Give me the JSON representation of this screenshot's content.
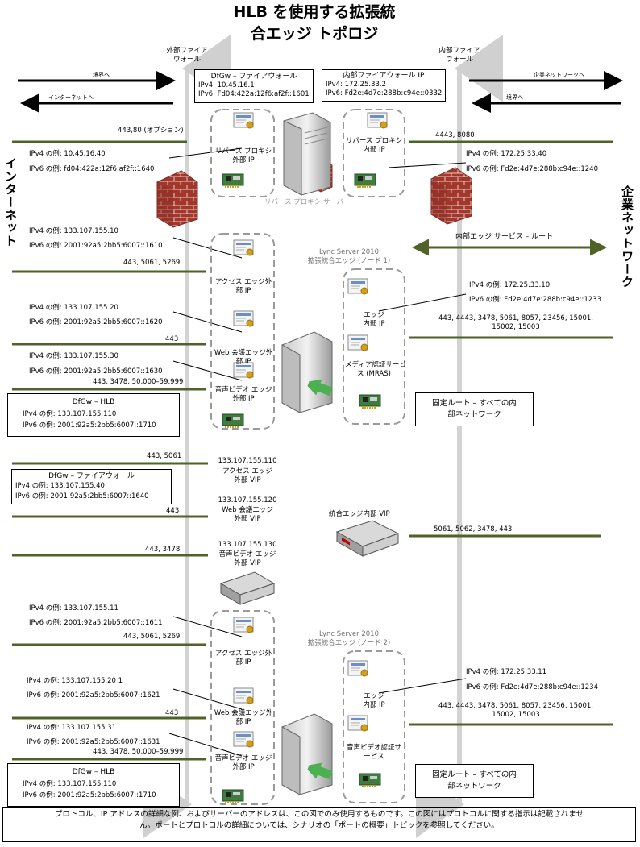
{
  "title": {
    "line1": "HLB を使用する拡張統",
    "line2": "合エッジ トポロジ"
  },
  "headers": {
    "external_firewall": [
      "外部ファイア",
      "ウォール"
    ],
    "internal_firewall": [
      "内部ファイア",
      "ウォール"
    ]
  },
  "side_labels": {
    "internet": "インターネット",
    "corporate_network": "企業ネットワーク"
  },
  "arrows": {
    "perimeter_left": "境界へ",
    "to_internet": "インターネットへ",
    "to_corp": "企業ネットワークへ",
    "perimeter_right": "境界へ"
  },
  "dfgw_firewall_top": {
    "title": "DfGw – ファイアウォール",
    "ipv4": "IPv4: 10.45.16.1",
    "ipv6": "IPv6: Fd04:422a:12f6:af2f::1601"
  },
  "internal_firewall_box": {
    "title": "内部ファイアウォール IP",
    "ipv4": "IPv4: 172.25.33.2",
    "ipv6": "IPv6: Fd2e:4d7e:288b:c94e::0332"
  },
  "reverse_proxy": {
    "ports_ext": "443,80 (オプション)",
    "ports_int": "4443, 8080",
    "ext_ipv4": "IPv4 の例: 10.45.16.40",
    "ext_ipv6": "IPv6 の例: fd04:422a:12f6:af2f::1640",
    "ext_label": [
      "リバース プロキシ",
      "外部 IP"
    ],
    "int_label": [
      "リバース プロキシ",
      "内部 IP"
    ],
    "int_ipv4": "IPv4 の例: 172.25.33.40",
    "int_ipv6": "IPv6 の例: Fd2e:4d7e:288b:c94e::1240",
    "server_label": "リバース プロキシ サーバー"
  },
  "internal_edge_route": "内部エッジ サービス – ルート",
  "node1": {
    "header": [
      "Lync Server 2010",
      "拡張統合エッジ (ノード 1)"
    ],
    "access_ipv4": "IPv4 の例: 133.107.155.10",
    "access_ipv6": "IPv6 の例: 2001:92a5:2bb5:6007::1610",
    "access_ports": "443, 5061, 5269",
    "access_label": [
      "アクセス エッジ外",
      "部 IP"
    ],
    "web_ipv4": "IPv4 の例: 133.107.155.20",
    "web_ipv6": "IPv6 の例: 2001:92a5:2bb5:6007::1620",
    "web_ports": "443",
    "web_label": [
      "Web 会議エッジ外",
      "部 IP"
    ],
    "av_ipv4": "IPv4 の例: 133.107.155.30",
    "av_ipv6": "IPv6 の例: 2001:92a5:2bb5:6007::1630",
    "av_ports": "443, 3478, 50,000–59,999",
    "av_label": [
      "音声ビデオ エッジ",
      "外部 IP"
    ],
    "int_ipv4": "IPv4 の例: 172.25.33.10",
    "int_ipv6": "IPv6 の例: Fd2e:4d7e:288b:c94e::1233",
    "int_ports": [
      "443, 4443, 3478, 5061, 8057, 23456, 15001,",
      "15002, 15003"
    ],
    "edge_int_label": [
      "エッジ",
      "内部 IP"
    ],
    "mras_label": [
      "メディア認証サービ",
      "ス (MRAS)"
    ]
  },
  "dfgw_hlb_1": {
    "title": "DfGw – HLB",
    "ipv4": "IPv4 の例: 133.107.155.110",
    "ipv6": "IPv6 の例: 2001:92a5:2bb5:6007::1710"
  },
  "static_route_1": [
    "固定ルート – すべての内",
    "部ネットワーク"
  ],
  "vip": {
    "ports1": "443, 5061",
    "ip1": "133.107.155.110",
    "label1": [
      "アクセス エッジ",
      "外部 VIP"
    ],
    "ports2": "443",
    "ip2": "133.107.155.120",
    "label2": [
      "Web 会議エッジ",
      "外部 VIP"
    ],
    "ports3": "443, 3478",
    "ip3": "133.107.155.130",
    "label3": [
      "音声ビデオ エッジ",
      "外部 VIP"
    ],
    "int_label": "統合エッジ内部 VIP",
    "int_ports": "5061, 5062, 3478, 443"
  },
  "dfgw_firewall_mid": {
    "title": "DfGw – ファイアウォール",
    "ipv4": "IPv4 の例: 133.107.155.40",
    "ipv6": "IPv6 の例: 2001:92a5:2bb5:6007::1640"
  },
  "node2": {
    "header": [
      "Lync Server 2010",
      "拡張統合エッジ (ノード 2)"
    ],
    "access_ipv4": "IPv4 の例: 133.107.155.11",
    "access_ipv6": "IPv6 の例: 2001:92a5:2bb5:6007::1611",
    "access_ports": "443, 5061, 5269",
    "access_label": [
      "アクセス エッジ外",
      "部 IP"
    ],
    "web_ipv4": "IPv4 の例: 133.107.155.20 1",
    "web_ipv6": "IPv6 の例: 2001:92a5:2bb5:6007::1621",
    "web_ports": "443",
    "web_label": [
      "Web 会議エッジ外",
      "部 IP"
    ],
    "av_ipv4": "IPv4 の例: 133.107.155.31",
    "av_ipv6": "IPv6 の例: 2001:92a5:2bb5:6007::1631",
    "av_ports": "443, 3478, 50,000–59,999",
    "av_label": [
      "音声ビデオ エッジ",
      "外部 IP"
    ],
    "int_ipv4": "IPv4 の例: 172.25.33.11",
    "int_ipv6": "IPv6 の例: Fd2e:4d7e:288b:c94e::1234",
    "int_ports": [
      "443, 4443, 3478, 5061, 8057, 23456, 15001,",
      "15002, 15003"
    ],
    "edge_int_label": [
      "エッジ",
      "内部 IP"
    ],
    "av_auth_label": [
      "音声ビデオ認証サ",
      "ービス"
    ]
  },
  "dfgw_hlb_2": {
    "title": "DfGw – HLB",
    "ipv4": "IPv4 の例: 133.107.155.110",
    "ipv6": "IPv6 の例: 2001:92a5:2bb5:6007::1710"
  },
  "static_route_2": [
    "固定ルート – すべての内",
    "部ネットワーク"
  ],
  "footer": [
    "プロトコル、IP アドレスの詳細な例、およびサーバーのアドレスは、この図でのみ使用するものです。この図にはプロトコルに関する指示は記載されませ",
    "ん。ポートとプロトコルの詳細については、シナリオの「ポートの概要」トピックを参照してください。"
  ],
  "icons": [
    "certificate-icon",
    "network-card-icon",
    "server-icon",
    "firewall-brick-icon",
    "load-balancer-icon"
  ]
}
